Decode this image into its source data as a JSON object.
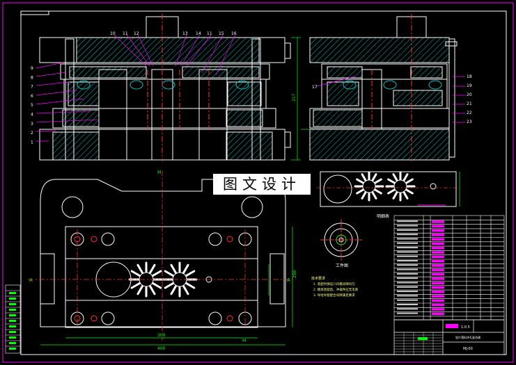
{
  "drawing": {
    "watermark": "图文设计",
    "section_mark": "H",
    "section_mark_left": "A",
    "part_numbers_left": [
      "9",
      "8",
      "7",
      "6",
      "5",
      "4",
      "3",
      "2",
      "1"
    ],
    "part_numbers_top": [
      "10",
      "11",
      "12",
      "13",
      "14",
      "11",
      "15",
      "16"
    ],
    "part_numbers_right": [
      "17",
      "18",
      "19",
      "20",
      "21",
      "22",
      "23"
    ],
    "dim_height": "217",
    "dim_width_top": "300",
    "dim_width_bottom": "400",
    "dim_right_1": "250",
    "workpiece_label": "工件图",
    "bom_title": "明细表",
    "notes_title": "技术要求",
    "notes": [
      "1. 装配时保证凸凹模间隙均匀",
      "2. 模具装配后，冲裁件应无毛刺",
      "3. 导柱导套配合间隙满足要求"
    ],
    "title_scale": "1:0.5",
    "title_name": "垫片落料冲孔复合模",
    "drawing_no": "MJ-00"
  },
  "colors": {
    "background": "#000000",
    "outline": "#ffffff",
    "centerline": "#ff3030",
    "hatch": "#00c8c8",
    "dimension": "#00ff00",
    "leader": "#ff00ff",
    "watermark_bg": "#ffffff"
  }
}
